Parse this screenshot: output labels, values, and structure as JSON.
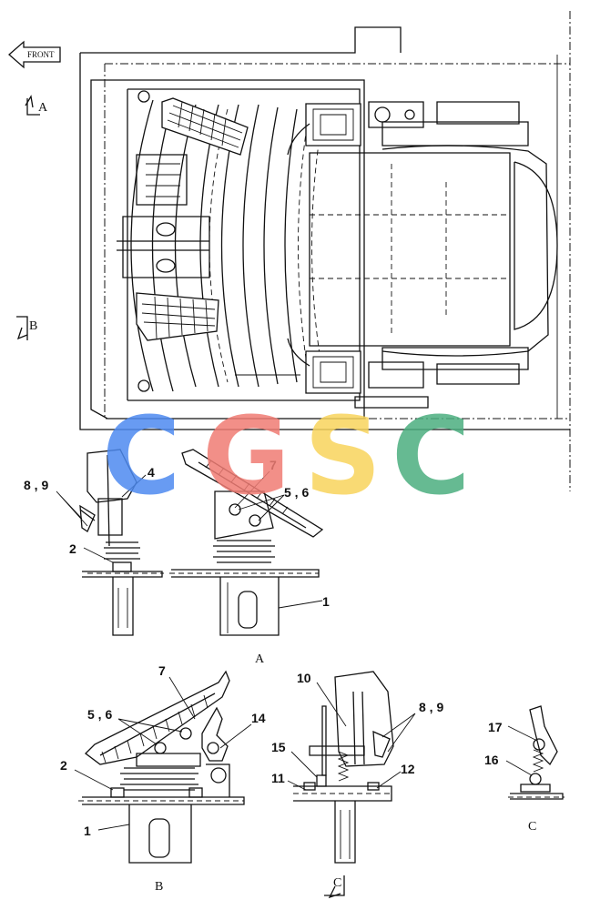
{
  "direction": {
    "front_label": "FRONT"
  },
  "section_markers": {
    "a": "A",
    "b": "B",
    "c": "C"
  },
  "view_labels": {
    "a": "A",
    "b": "B",
    "c": "C"
  },
  "callouts": {
    "c1": "1",
    "c2": "2",
    "c4": "4",
    "c56": "5 , 6",
    "c7": "7",
    "c89": "8 , 9",
    "c10": "10",
    "c11": "11",
    "c12": "12",
    "c14": "14",
    "c15": "15",
    "c16": "16",
    "c17": "17"
  },
  "watermark": {
    "letters": [
      "C",
      "G",
      "S",
      "C"
    ],
    "colors": [
      "#4e8af0",
      "#f07c74",
      "#f8d45c",
      "#4caf80"
    ]
  }
}
